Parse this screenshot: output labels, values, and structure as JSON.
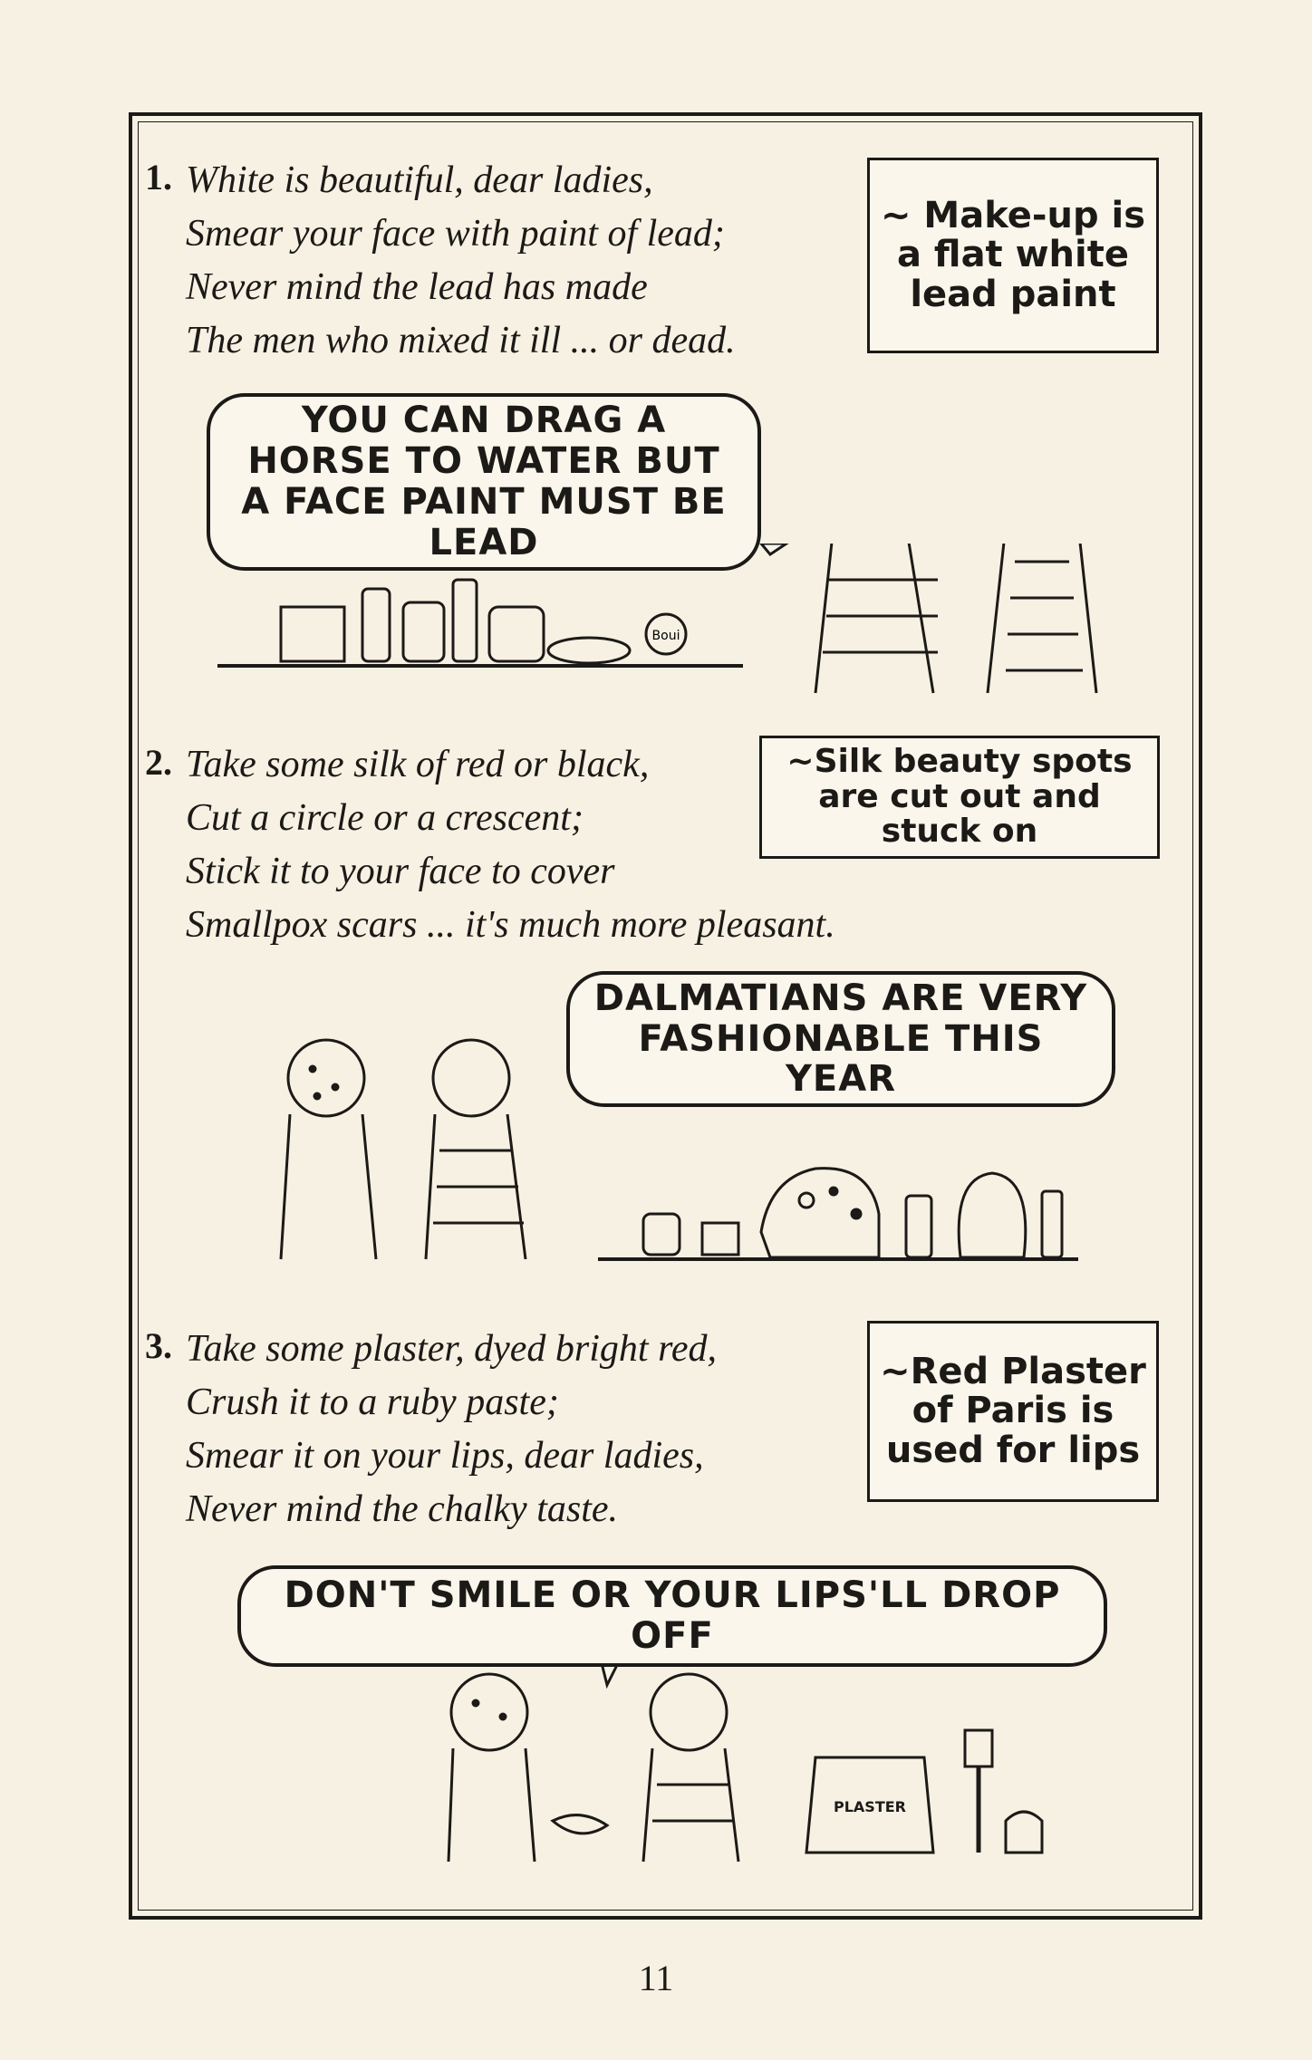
{
  "verses": [
    {
      "number": "1.",
      "lines": [
        "White is beautiful, dear ladies,",
        "Smear your face with paint of lead;",
        "Never mind the lead has made",
        "The men who mixed it ill ... or dead."
      ],
      "caption": "~ Make-up is a flat white lead paint",
      "speech": "YOU CAN DRAG A HORSE TO WATER BUT A FACE PAINT MUST BE LEAD"
    },
    {
      "number": "2.",
      "lines": [
        "Take some silk of red or black,",
        "Cut a circle or a crescent;",
        "Stick it to your face to cover",
        "Smallpox scars ... it's much more pleasant."
      ],
      "caption": "~Silk beauty spots are cut out and stuck on",
      "speech": "DALMATIANS ARE VERY FASHIONABLE THIS YEAR"
    },
    {
      "number": "3.",
      "lines": [
        "Take some plaster, dyed bright red,",
        "Crush it to a ruby paste;",
        "Smear it on your lips, dear ladies,",
        "Never mind the chalky taste."
      ],
      "caption": "~Red Plaster of Paris is used for lips",
      "speech": "DON'T SMILE OR YOUR LIPS'LL DROP OFF",
      "bag_label": "PLASTER",
      "jar_label": "Boui"
    }
  ],
  "page_number": "11"
}
